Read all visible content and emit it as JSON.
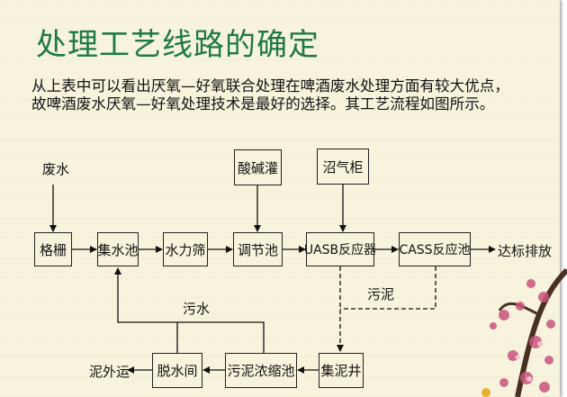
{
  "slide": {
    "title": "处理工艺线路的确定",
    "paragraph_lines": [
      "从上表中可以看出厌氧—好氧联合处理在啤酒废水处理方面有较大优点，",
      "故啤酒废水厌氧—好氧处理技术是最好的选择。其工艺流程如图所示。"
    ]
  },
  "diagram": {
    "inputs": {
      "wastewater": "废水",
      "acid_base_tank": "酸碱灌",
      "gas_holder": "沼气柜"
    },
    "main_flow": [
      "格栅",
      "集水池",
      "水力筛",
      "调节池",
      "UASB反应器",
      "CASS反应池"
    ],
    "discharge": "达标排放",
    "sludge_label": "污泥",
    "sludge_flow": [
      "集泥井",
      "污泥浓缩池",
      "脱水间"
    ],
    "sludge_out": "泥外运",
    "return_label": "污水"
  },
  "colors": {
    "title": "#1e7a45",
    "background": "#f8f3dc"
  }
}
